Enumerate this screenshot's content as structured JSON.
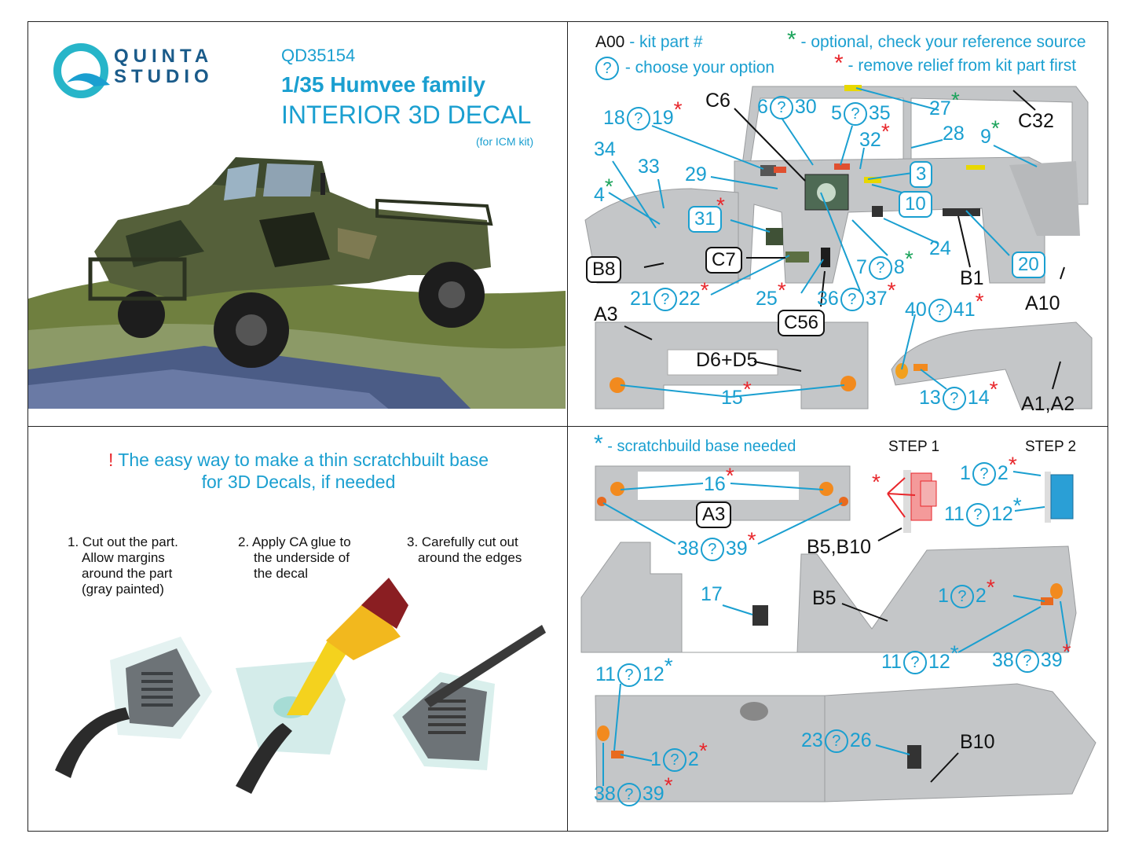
{
  "brand": {
    "line1": "QUINTA",
    "line2": "STUDIO"
  },
  "product": {
    "code": "QD35154",
    "title": "1/35 Humvee family",
    "subtitle": "INTERIOR 3D DECAL",
    "note": "(for ICM kit)"
  },
  "legend": {
    "kit_code": "A00",
    "kit_text": " - kit part #",
    "choose_symbol": "?",
    "choose_text": " - choose your option",
    "optional_text": " - optional, check your reference source",
    "remove_text": " - remove relief from kit part first",
    "asterisk": "*"
  },
  "parts_top": {
    "C6": "C6",
    "C32": "C32",
    "B8": "B8",
    "C7": "C7",
    "C56": "C56",
    "B1": "B1",
    "A10": "A10",
    "A3": "A3",
    "D6D5": "D6+D5",
    "A1A2": "A1,A2",
    "n3": "3",
    "n10": "10",
    "n20": "20",
    "n31": "31"
  },
  "scratch": {
    "exclaim": "!",
    "headline1": " The easy way to make a thin scratchbuilt base",
    "headline2": "for 3D Decals, if needed",
    "step1": [
      "1. Cut out the part.",
      "Allow margins",
      "around the part",
      "(gray painted)"
    ],
    "step2": [
      "2. Apply CA glue to",
      "the underside of",
      "the decal"
    ],
    "step3": [
      "3. Carefully cut out",
      "around the edges"
    ]
  },
  "bottom_right": {
    "legend_text": " - scratchbuild base needed",
    "step1": "STEP 1",
    "step2": "STEP 2",
    "A3": "A3",
    "B5B10": "B5,B10",
    "B5": "B5",
    "B10": "B10"
  },
  "colors": {
    "accent": "#1a9fd0",
    "red": "#e8262b",
    "green": "#1aa35a",
    "part_gray": "#c4c6c8"
  }
}
